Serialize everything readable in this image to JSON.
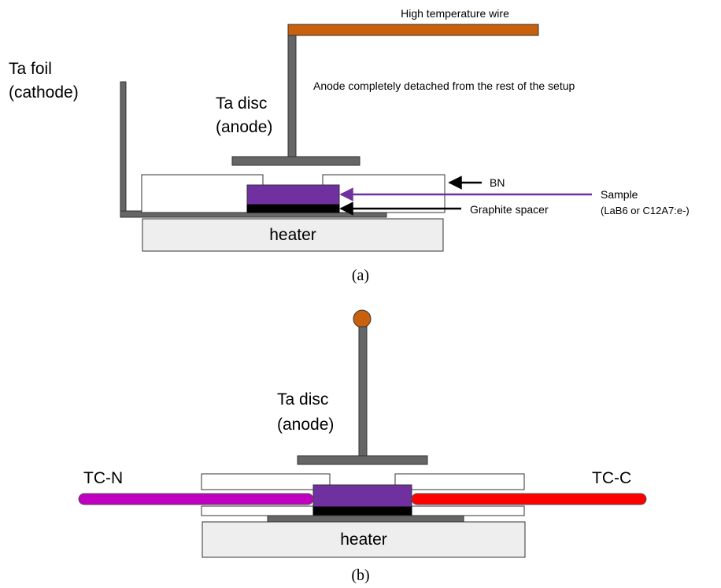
{
  "panel_a": {
    "caption": "(a)",
    "labels": {
      "wire": "High temperature wire",
      "note": "Anode completely detached from the rest of the setup",
      "cathode_line1": "Ta foil",
      "cathode_line2": "(cathode)",
      "anode_line1": "Ta disc",
      "anode_line2": "(anode)",
      "bn": "BN",
      "sample_line1": "Sample",
      "sample_line2": "(LaB6 or C12A7:e-)",
      "spacer": "Graphite spacer",
      "heater": "heater"
    }
  },
  "panel_b": {
    "caption": "(b)",
    "labels": {
      "anode_line1": "Ta disc",
      "anode_line2": "(anode)",
      "tc_n": "TC-N",
      "tc_c": "TC-C",
      "heater": "heater"
    }
  },
  "colors": {
    "wire": "#c8600e",
    "tantalum": "#666666",
    "sample": "#7030a0",
    "spacer": "#000000",
    "heater_fill": "#eeeeee",
    "tc_n": "#c000c0",
    "tc_c": "#ff0000",
    "sample_arrow": "#7030a0"
  }
}
